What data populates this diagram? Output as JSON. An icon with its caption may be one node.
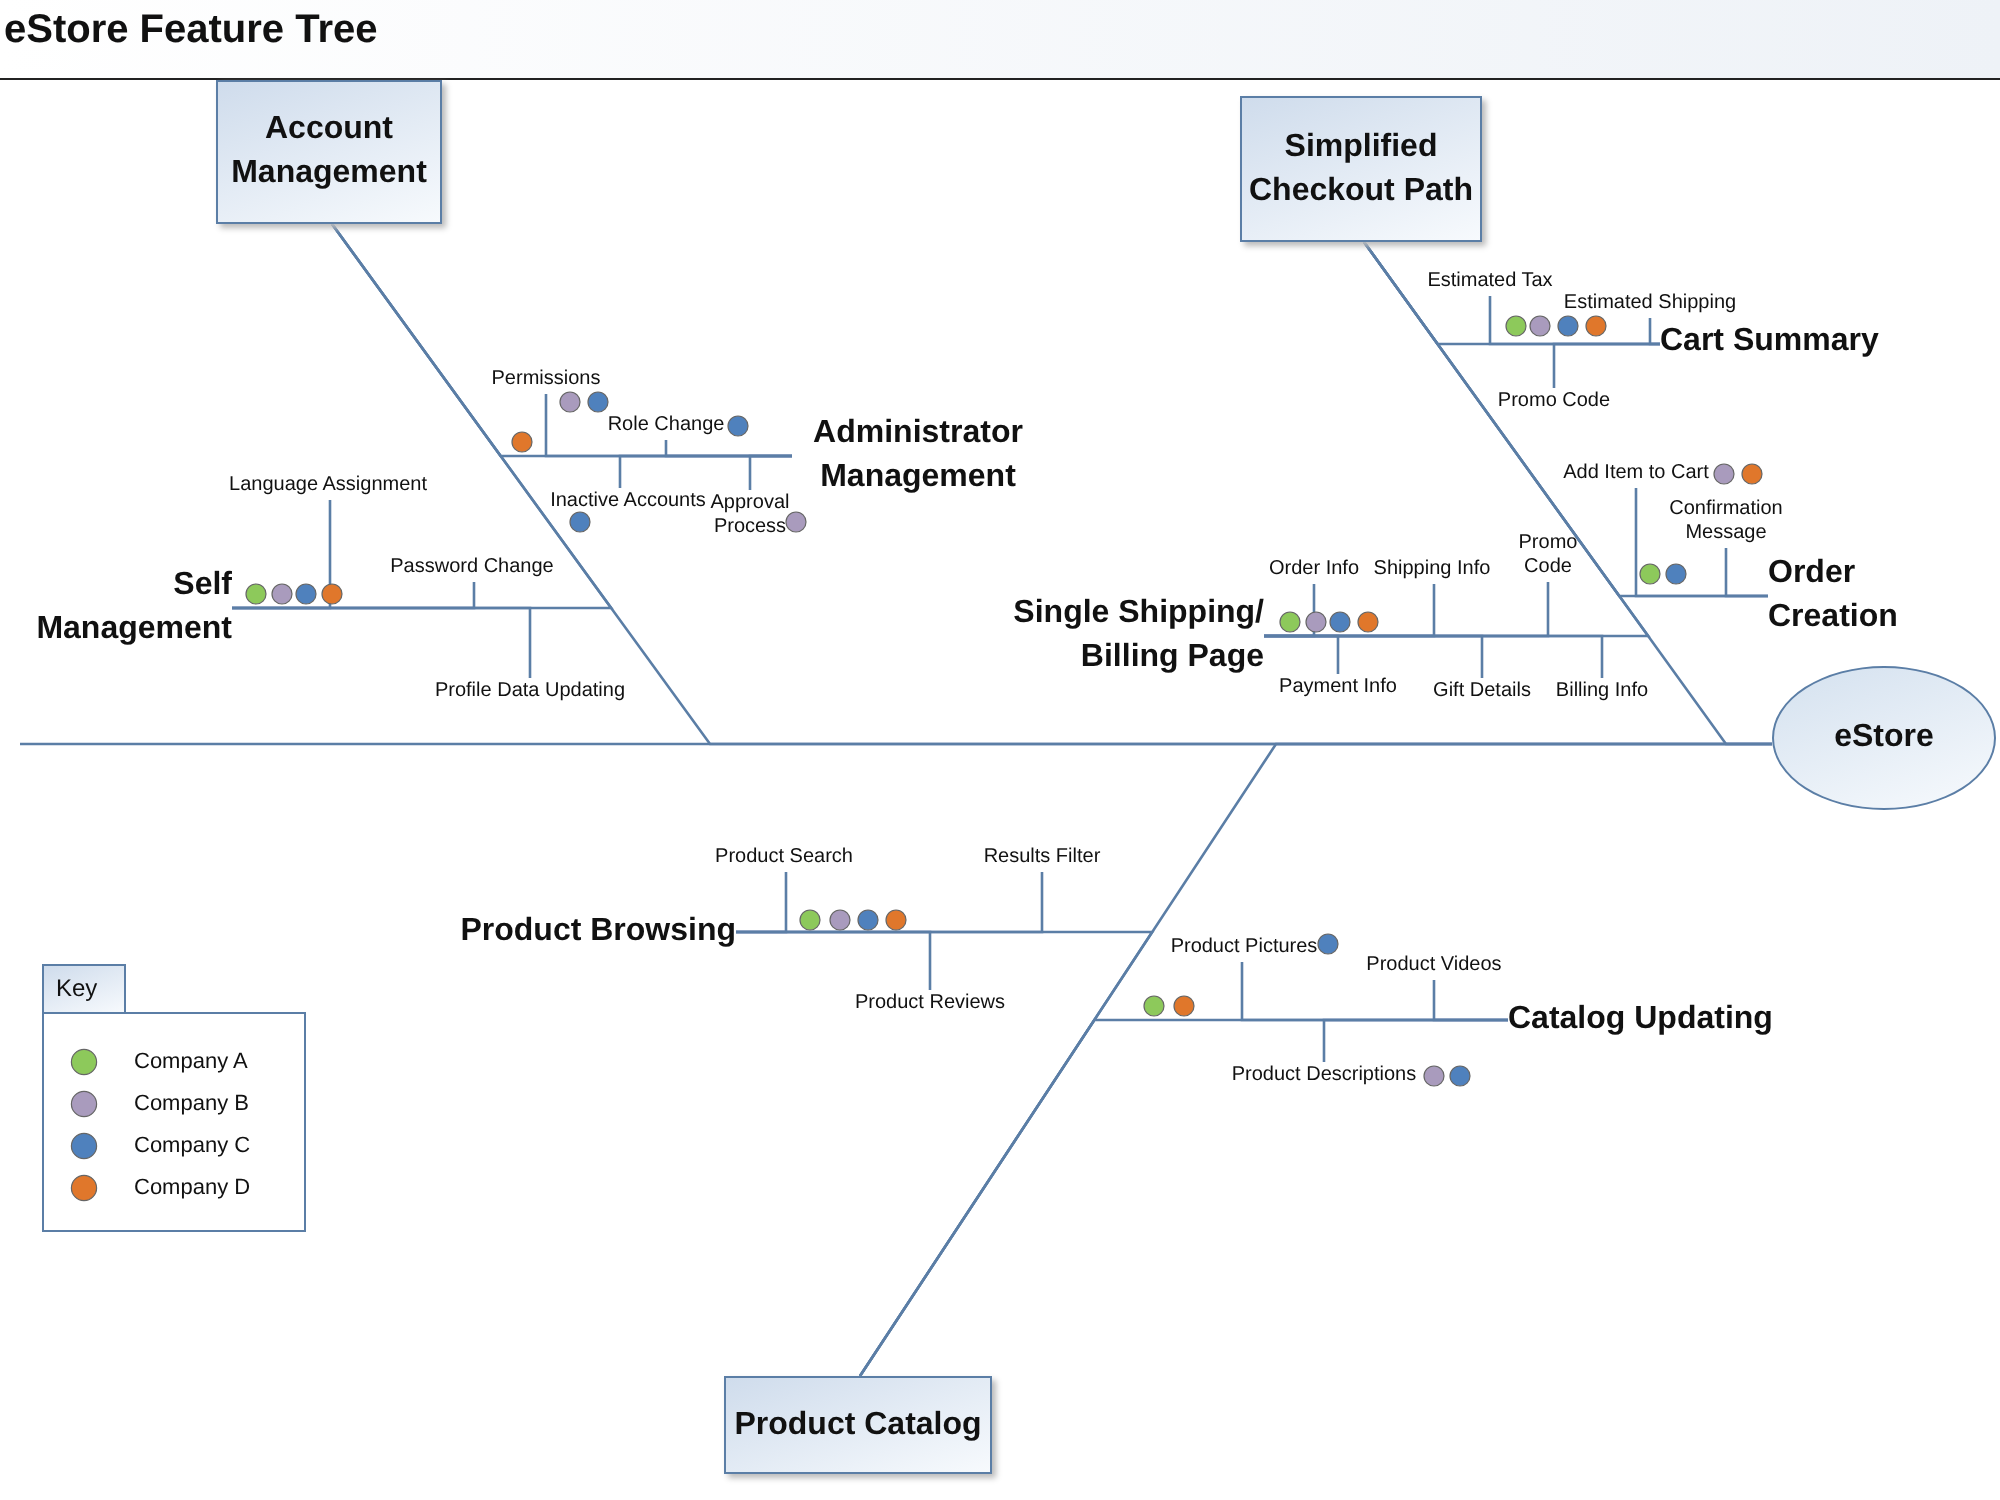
{
  "diagram": {
    "title": "eStore Feature Tree",
    "nodes": [
      {
        "text": [
          "Account Management"
        ]
      },
      {
        "text": [
          "Simplified Checkout Path"
        ]
      },
      {
        "text": [
          "Permissions"
        ]
      },
      {
        "text": [
          "Role Change"
        ]
      },
      {
        "text": [
          "Administrator Management"
        ]
      },
      {
        "text": [
          "Inactive Accounts"
        ]
      },
      {
        "text": [
          "Approval Process"
        ]
      },
      {
        "text": [
          "Language Assignment"
        ]
      },
      {
        "text": [
          "Password Change"
        ]
      },
      {
        "text": [
          "Self Management"
        ]
      },
      {
        "text": [
          "Profile Data Updating"
        ]
      },
      {
        "text": [
          "Estimated Tax"
        ]
      },
      {
        "text": [
          "Estimated Shipping"
        ]
      },
      {
        "text": [
          "Cart Summary"
        ]
      },
      {
        "text": [
          "Promo Code"
        ]
      },
      {
        "text": [
          "Add Item to Cart"
        ]
      },
      {
        "text": [
          "Confirmation Message"
        ]
      },
      {
        "text": [
          "Order Creation"
        ]
      },
      {
        "text": [
          "Order Info"
        ]
      },
      {
        "text": [
          "Shipping Info"
        ]
      },
      {
        "text": [
          "Promo Code"
        ]
      },
      {
        "text": [
          "Single Shipping/ Billing Page"
        ]
      },
      {
        "text": [
          "Payment Info"
        ]
      },
      {
        "text": [
          "Gift Details"
        ]
      },
      {
        "text": [
          "Billing Info"
        ]
      },
      {
        "text": [
          "eStore"
        ]
      },
      {
        "text": [
          "Product Search"
        ]
      },
      {
        "text": [
          "Results Filter"
        ]
      },
      {
        "text": [
          "Product Browsing"
        ]
      },
      {
        "text": [
          "Product Reviews"
        ]
      },
      {
        "text": [
          "Product Pictures"
        ]
      },
      {
        "text": [
          "Product Videos"
        ]
      },
      {
        "text": [
          "Catalog Updating"
        ]
      },
      {
        "text": [
          "Product Descriptions"
        ]
      },
      {
        "text": [
          "Product Catalog"
        ]
      }
    ],
    "edges": [
      {
        "from": null,
        "to": 25,
        "arrow": "none"
      },
      {
        "from": 0,
        "to": 25,
        "arrow": "none"
      },
      {
        "from": 1,
        "to": 25,
        "arrow": "none"
      },
      {
        "from": 34,
        "to": 25,
        "arrow": "none"
      },
      {
        "from": 4,
        "to": 0,
        "arrow": "none"
      },
      {
        "from": 9,
        "to": 0,
        "arrow": "none"
      },
      {
        "from": 13,
        "to": 1,
        "arrow": "none"
      },
      {
        "from": 17,
        "to": 1,
        "arrow": "none"
      },
      {
        "from": 21,
        "to": 1,
        "arrow": "none"
      },
      {
        "from": 28,
        "to": 34,
        "arrow": "none"
      },
      {
        "from": 32,
        "to": 34,
        "arrow": "none"
      },
      {
        "from": 2,
        "to": 4,
        "arrow": "none"
      },
      {
        "from": 3,
        "to": 4,
        "arrow": "none"
      },
      {
        "from": 5,
        "to": 4,
        "arrow": "none"
      },
      {
        "from": 6,
        "to": 4,
        "arrow": "none"
      },
      {
        "from": 7,
        "to": 9,
        "arrow": "none"
      },
      {
        "from": 8,
        "to": 9,
        "arrow": "none"
      },
      {
        "from": 10,
        "to": 9,
        "arrow": "none"
      },
      {
        "from": 11,
        "to": 13,
        "arrow": "none"
      },
      {
        "from": 12,
        "to": 13,
        "arrow": "none"
      },
      {
        "from": 14,
        "to": 13,
        "arrow": "none"
      },
      {
        "from": 15,
        "to": 17,
        "arrow": "none"
      },
      {
        "from": 16,
        "to": 17,
        "arrow": "none"
      },
      {
        "from": 18,
        "to": 21,
        "arrow": "none"
      },
      {
        "from": 19,
        "to": 21,
        "arrow": "none"
      },
      {
        "from": 20,
        "to": 21,
        "arrow": "none"
      },
      {
        "from": 22,
        "to": 21,
        "arrow": "none"
      },
      {
        "from": 23,
        "to": 21,
        "arrow": "none"
      },
      {
        "from": 24,
        "to": 21,
        "arrow": "none"
      },
      {
        "from": 26,
        "to": 28,
        "arrow": "none"
      },
      {
        "from": 27,
        "to": 28,
        "arrow": "none"
      },
      {
        "from": 29,
        "to": 28,
        "arrow": "none"
      },
      {
        "from": 30,
        "to": 32,
        "arrow": "none"
      },
      {
        "from": 31,
        "to": 32,
        "arrow": "none"
      },
      {
        "from": 33,
        "to": 32,
        "arrow": "none"
      }
    ],
    "labels": [
      "Key"
    ],
    "legend": [
      {
        "text": "Company A",
        "color": "#8dc95b"
      },
      {
        "text": "Company B",
        "color": "#a99bbd"
      },
      {
        "text": "Company C",
        "color": "#4f81bd"
      },
      {
        "text": "Company D",
        "color": "#e0772b"
      }
    ]
  }
}
